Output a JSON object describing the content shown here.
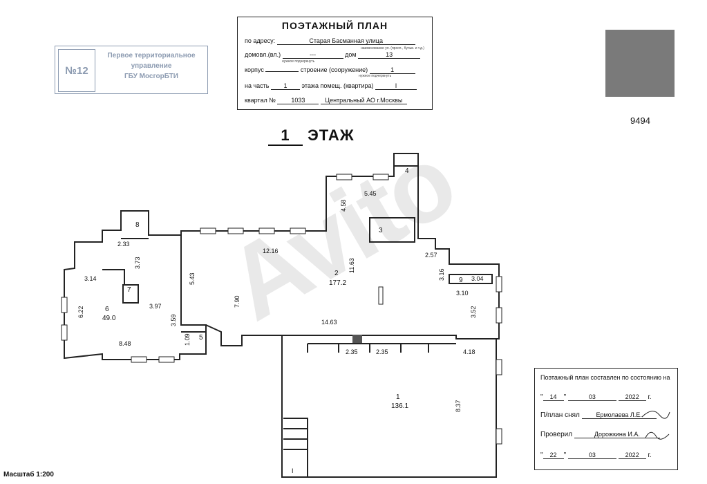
{
  "title_block": {
    "title": "ПОЭТАЖНЫЙ ПЛАН",
    "address_label": "по адресу:",
    "address_value": "Старая Басманная улица",
    "address_note": "наименование ул. (просп., бульв. и т.д.)",
    "domovl_label": "домовл.(вл.)",
    "domovl_value": "---",
    "dom_label": "дом",
    "dom_value": "13",
    "note_underline": "нужное подчеркнуть",
    "korpus_label": "корпус",
    "stroenie_label": "строение (сооружение)",
    "stroenie_value": "1",
    "part_label": "на часть",
    "part_value": "1",
    "floor_label": "этажа помещ. (квартира)",
    "floor_value": "I",
    "kvartal_label": "квартал №",
    "kvartal_value": "1033",
    "district_value": "Центральный АО г.Москвы"
  },
  "stamp": {
    "number": "№12",
    "line1": "Первое территориальное",
    "line2": "управление",
    "line3": "ГБУ МосгорБТИ"
  },
  "code": "9494",
  "floor_title": {
    "number": "1",
    "label": "ЭТАЖ"
  },
  "rooms": [
    {
      "id": "1",
      "area": "136.1"
    },
    {
      "id": "2",
      "area": "177.2"
    },
    {
      "id": "3"
    },
    {
      "id": "4"
    },
    {
      "id": "5"
    },
    {
      "id": "6",
      "area": "49.0"
    },
    {
      "id": "7"
    },
    {
      "id": "8"
    },
    {
      "id": "9"
    }
  ],
  "dimensions": [
    "12.16",
    "11.63",
    "5.43",
    "7.90",
    "14.63",
    "4.58",
    "5.45",
    "2.57",
    "3.16",
    "3.04",
    "3.10",
    "3.52",
    "2.33",
    "3.73",
    "3.14",
    "6.22",
    "3.97",
    "3.59",
    "8.48",
    "1.09",
    "2.35",
    "2.35",
    "4.18",
    "8.37"
  ],
  "signature_block": {
    "heading": "Поэтажный план составлен по состоянию на",
    "date1": {
      "day": "14",
      "month": "03",
      "year": "2022",
      "suffix": "г."
    },
    "surveyor_label": "П/план снял",
    "surveyor_name": "Ермолаева Л.Е.",
    "checker_label": "Проверил",
    "checker_name": "Дорожкина И.А.",
    "date2": {
      "day": "22",
      "month": "03",
      "year": "2022",
      "suffix": "г."
    }
  },
  "scale": "Масштаб 1:200",
  "stair_mark": "I"
}
